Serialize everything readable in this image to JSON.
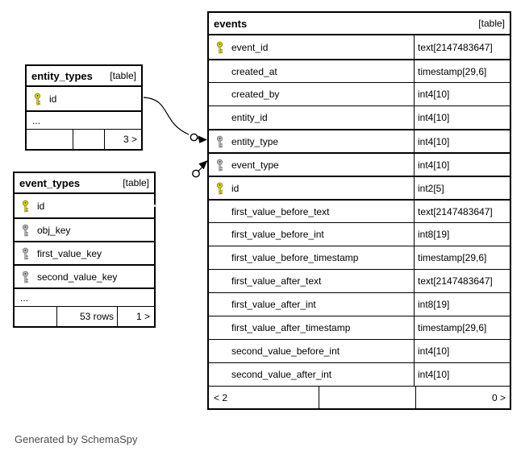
{
  "diagram": {
    "note": "Generated by SchemaSpy",
    "colors": {
      "primary_key": "#e3e300",
      "primary_key_outline": "#8a8a00",
      "foreign_key": "#c2c2c2",
      "foreign_key_outline": "#7d7d7d",
      "border": "#000000",
      "note_text": "#4d4d4d",
      "background": "#ffffff"
    },
    "relationships": [
      {
        "from": "entity_types.id",
        "to": "events.entity_type"
      },
      {
        "from": "event_types.id",
        "to": "events.event_type"
      }
    ],
    "tables": [
      {
        "title": "entity_types",
        "badge": "[table]",
        "has_types": false,
        "rows": [
          {
            "name": "id",
            "key": "primary",
            "type": ""
          }
        ],
        "ellipsis": "...",
        "footer": {
          "left": "",
          "center": "",
          "right": "3 >"
        }
      },
      {
        "title": "event_types",
        "badge": "[table]",
        "has_types": false,
        "rows": [
          {
            "name": "id",
            "key": "primary",
            "type": ""
          },
          {
            "name": "obj_key",
            "key": "foreign",
            "type": ""
          },
          {
            "name": "first_value_key",
            "key": "foreign",
            "type": ""
          },
          {
            "name": "second_value_key",
            "key": "foreign",
            "type": ""
          }
        ],
        "ellipsis": "...",
        "footer": {
          "left": "",
          "center": "53 rows",
          "right": "1 >"
        }
      },
      {
        "title": "events",
        "badge": "[table]",
        "has_types": true,
        "rows": [
          {
            "name": "event_id",
            "key": "primary",
            "type": "text[2147483647]"
          },
          {
            "name": "created_at",
            "key": null,
            "type": "timestamp[29,6]"
          },
          {
            "name": "created_by",
            "key": null,
            "type": "int4[10]"
          },
          {
            "name": "entity_id",
            "key": null,
            "type": "int4[10]"
          },
          {
            "name": "entity_type",
            "key": "foreign",
            "type": "int4[10]"
          },
          {
            "name": "event_type",
            "key": "foreign",
            "type": "int4[10]"
          },
          {
            "name": "id",
            "key": "primary",
            "type": "int2[5]"
          },
          {
            "name": "first_value_before_text",
            "key": null,
            "type": "text[2147483647]"
          },
          {
            "name": "first_value_before_int",
            "key": null,
            "type": "int8[19]"
          },
          {
            "name": "first_value_before_timestamp",
            "key": null,
            "type": "timestamp[29,6]"
          },
          {
            "name": "first_value_after_text",
            "key": null,
            "type": "text[2147483647]"
          },
          {
            "name": "first_value_after_int",
            "key": null,
            "type": "int8[19]"
          },
          {
            "name": "first_value_after_timestamp",
            "key": null,
            "type": "timestamp[29,6]"
          },
          {
            "name": "second_value_before_int",
            "key": null,
            "type": "int4[10]"
          },
          {
            "name": "second_value_after_int",
            "key": null,
            "type": "int4[10]"
          }
        ],
        "footer": {
          "left": "< 2",
          "center": "",
          "right": "0 >"
        }
      }
    ]
  }
}
